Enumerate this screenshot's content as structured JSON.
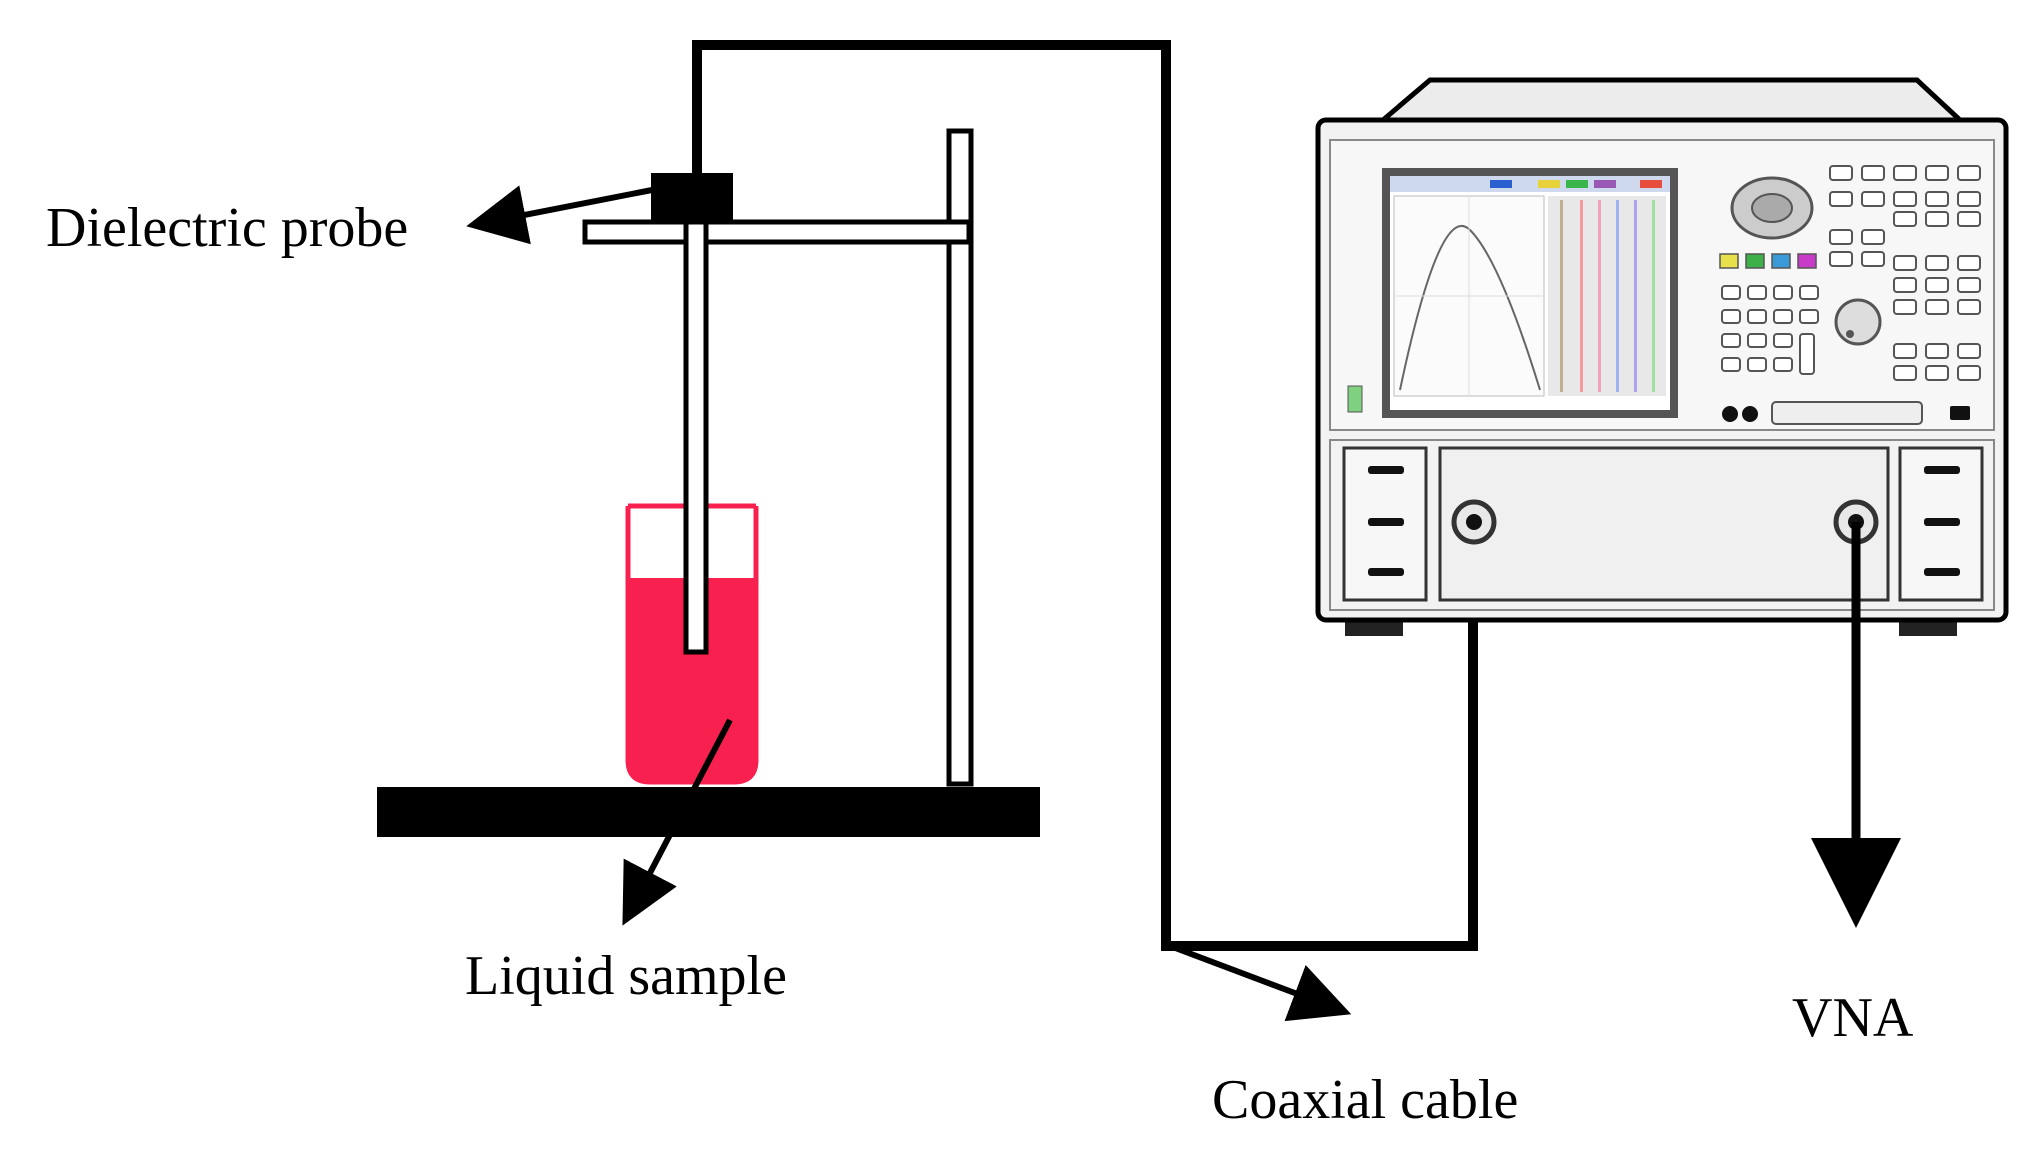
{
  "labels": {
    "dielectric_probe": "Dielectric probe",
    "liquid_sample": "Liquid sample",
    "coaxial_cable": "Coaxial cable",
    "vna": "VNA"
  },
  "colors": {
    "liquid": "#f8204e",
    "line": "#000000",
    "vna_body": "#f2f2f2",
    "vna_screen_bg": "#ffffff"
  },
  "icons": [
    "arrow-icon",
    "vna-instrument-icon",
    "beaker-icon",
    "stand-icon"
  ]
}
